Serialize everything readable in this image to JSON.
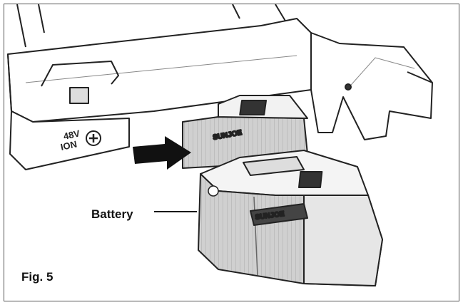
{
  "figure": {
    "label": "Fig. 5",
    "callouts": {
      "battery": "Battery"
    },
    "device_markings": {
      "voltage_badge": "48V ION",
      "brand": "SUNJOE"
    }
  }
}
